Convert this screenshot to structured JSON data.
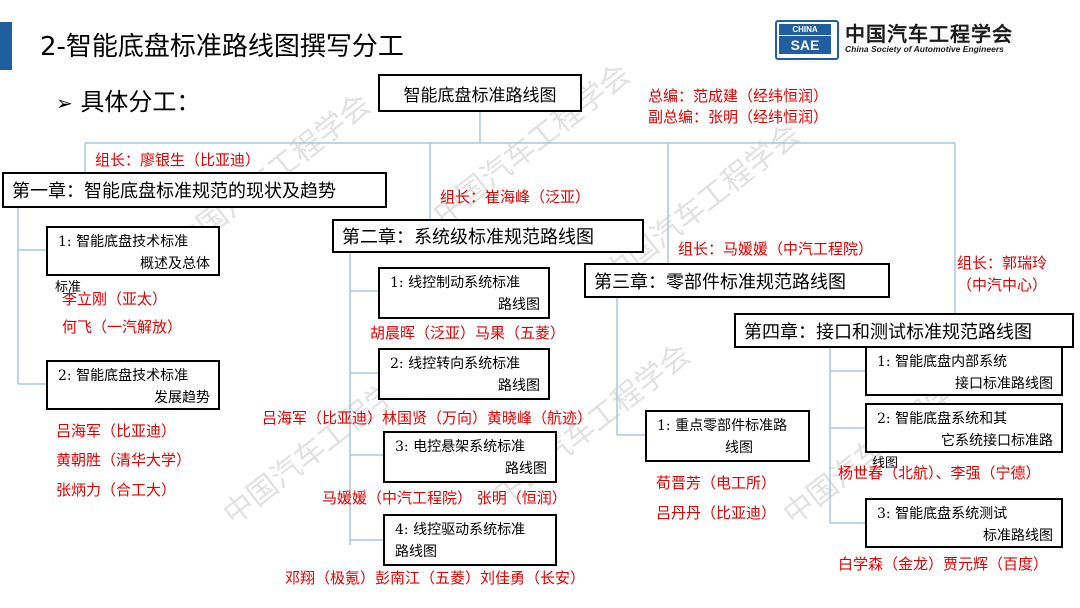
{
  "header": {
    "title": "2-智能底盘标准路线图撰写分工",
    "subtitle": "具体分工：",
    "subtitle_bullet": "➢"
  },
  "logo": {
    "badge_top": "CHINA",
    "badge_bottom": "SAE",
    "name_cn": "中国汽车工程学会",
    "name_en": "China Society of Automotive Engineers"
  },
  "diagram": {
    "root": "智能底盘标准路线图",
    "editors": [
      "总编：范成建（经纬恒润）",
      "副总编：张明（经纬恒润）"
    ],
    "chapters": [
      {
        "title": "第一章：智能底盘标准规范的现状及趋势",
        "leader": "组长：廖银生（比亚迪）",
        "sections": [
          {
            "line1": "1:  智能底盘技术标准",
            "line2": "概述及总体",
            "overflow": "标准",
            "authors": [
              "李立刚（亚太）",
              "何飞（一汽解放）"
            ]
          },
          {
            "line1": "2:  智能底盘技术标准",
            "line2": "发展趋势",
            "authors": [
              "吕海军（比亚迪）",
              "黄朝胜（清华大学）",
              "张炳力（合工大）"
            ]
          }
        ]
      },
      {
        "title": "第二章：系统级标准规范路线图",
        "leader": "组长：崔海峰（泛亚）",
        "sections": [
          {
            "line1": "1:  线控制动系统标准",
            "line2": "路线图",
            "authors": [
              "胡晨晖（泛亚）马果（五菱）"
            ]
          },
          {
            "line1": "2:  线控转向系统标准",
            "line2": "路线图",
            "authors": [
              "吕海军（比亚迪）林国贤（万向）黄晓峰（航迹）"
            ]
          },
          {
            "line1": "3:  电控悬架系统标准",
            "line2": "路线图",
            "authors": [
              "马媛媛（中汽工程院）  张明（恒润）"
            ]
          },
          {
            "line1": "4:  线控驱动系统标准",
            "line2": "路线图",
            "authors": [
              "邓翔（极氪）彭南江（五菱）刘佳勇（长安）"
            ]
          }
        ]
      },
      {
        "title": "第三章：零部件标准规范路线图",
        "leader": "组长：马媛媛（中汽工程院）",
        "sections": [
          {
            "line1": "1:  重点零部件标准路",
            "line2": "线图",
            "authors": [
              "荀晋芳（电工所）",
              "吕丹丹（比亚迪）"
            ]
          }
        ]
      },
      {
        "title": "第四章：接口和测试标准规范路线图",
        "leader_lines": [
          "组长：郭瑞玲",
          "（中汽中心）"
        ],
        "sections": [
          {
            "line1": "1:  智能底盘内部系统",
            "line2": "接口标准路线图"
          },
          {
            "line1": "2:  智能底盘系统和其",
            "line2": "它系统接口标准路",
            "overflow": "线图",
            "authors": [
              "杨世春（北航）、李强（宁德）"
            ]
          },
          {
            "line1": "3:  智能底盘系统测试",
            "line2": "标准路线图",
            "authors": [
              "白学森（金龙）贾元辉（百度）"
            ]
          }
        ]
      }
    ]
  },
  "watermark_text": "中国汽车工程学会",
  "colors": {
    "accent": "#1f5fa0",
    "red_text": "#e00000",
    "line": "#a9c6e0"
  }
}
